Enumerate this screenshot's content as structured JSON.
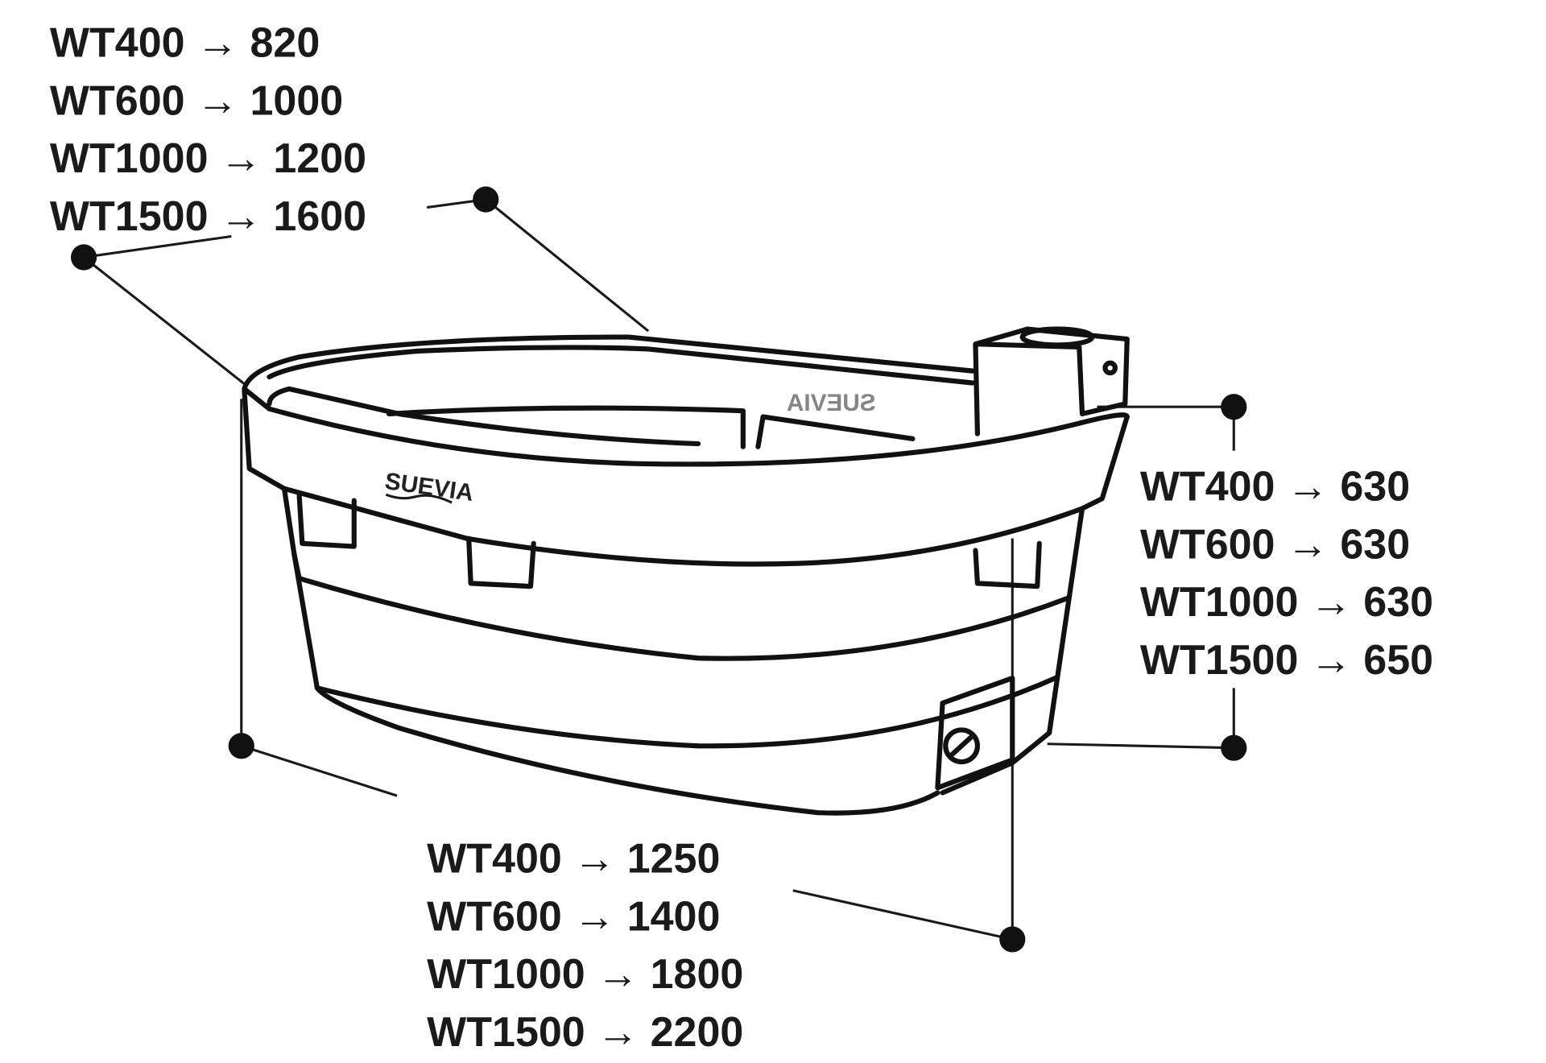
{
  "width_labels": [
    "WT400 → 820",
    "WT600 → 1000",
    "WT1000 → 1200",
    "WT1500 → 1600"
  ],
  "height_labels": [
    "WT400 → 630",
    "WT600 → 630",
    "WT1000 → 630",
    "WT1500 → 650"
  ],
  "length_labels": [
    "WT400 → 1250",
    "WT600 → 1400",
    "WT1000 → 1800",
    "WT1500 → 2200"
  ],
  "brand": "SUEVIA"
}
